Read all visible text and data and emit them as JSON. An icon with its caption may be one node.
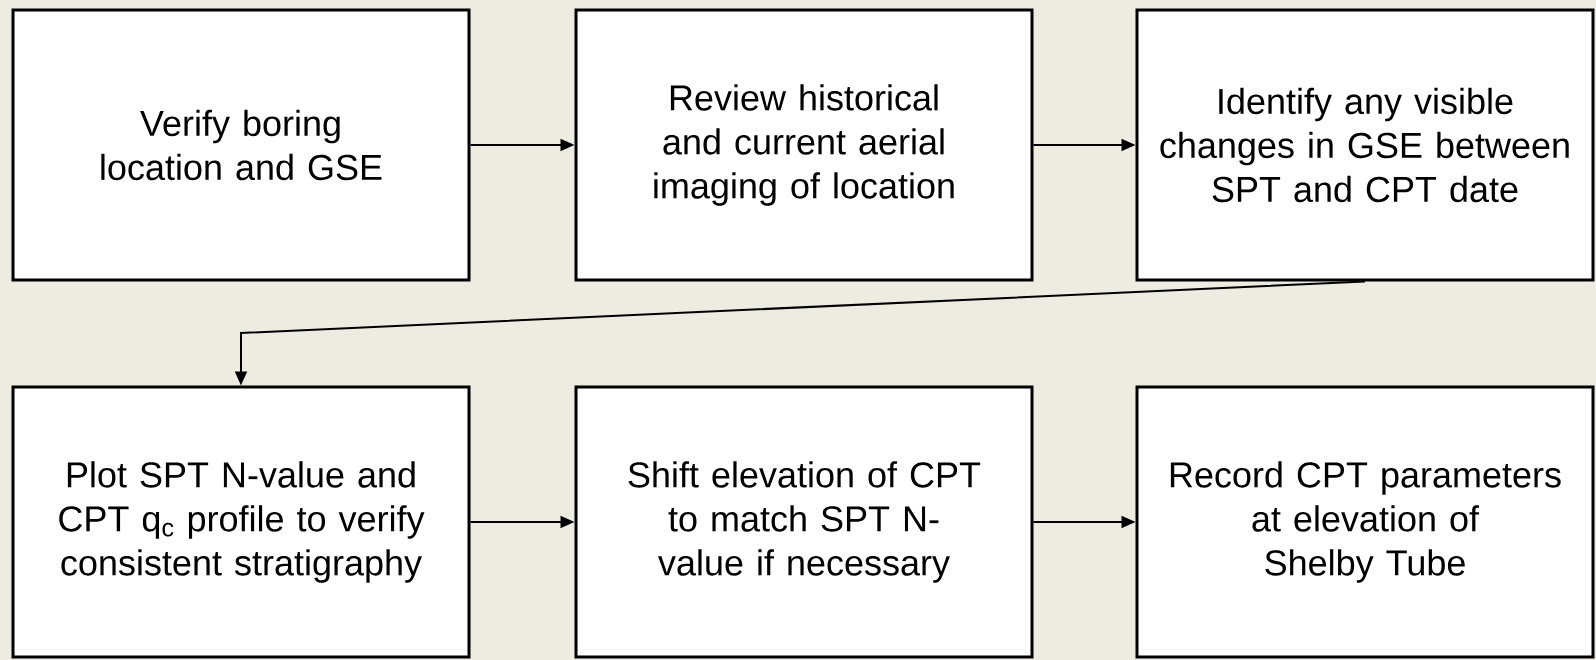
{
  "diagram": {
    "nodes": [
      {
        "text": [
          "Verify boring location and GSE"
        ]
      },
      {
        "text": [
          "Review historical and current aerial imaging of location"
        ]
      },
      {
        "text": [
          "Identify any visible changes in GSE between SPT and CPT date"
        ]
      },
      {
        "text": [
          "Plot SPT N-value and CPT q$_{c}$ profile to verify consistent stratigraphy"
        ]
      },
      {
        "text": [
          "Shift elevation of CPT to match SPT N-value if necessary"
        ]
      },
      {
        "text": [
          "Record CPT parameters at elevation of Shelby Tube"
        ]
      }
    ],
    "edges": [
      {
        "from": 0,
        "to": 1,
        "arrow": "to"
      },
      {
        "from": 1,
        "to": 2,
        "arrow": "to"
      },
      {
        "from": 2,
        "to": 3,
        "arrow": "to"
      },
      {
        "from": 3,
        "to": 4,
        "arrow": "to"
      },
      {
        "from": 4,
        "to": 5,
        "arrow": "to"
      }
    ]
  }
}
